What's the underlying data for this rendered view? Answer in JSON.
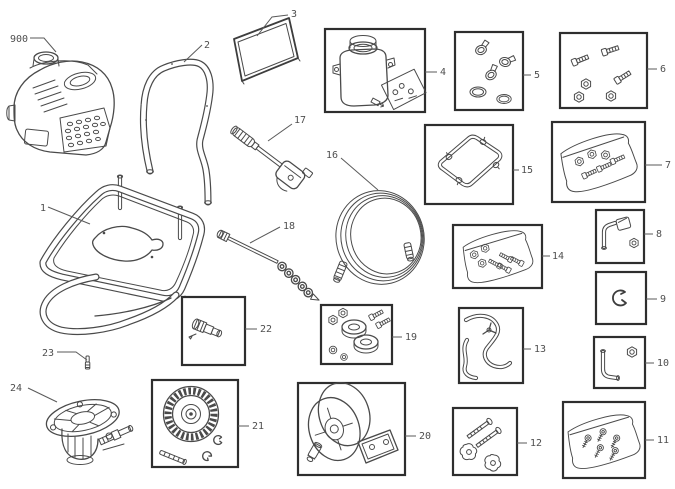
{
  "callouts": {
    "engine": "900",
    "frame": "1",
    "handle": "2",
    "panel": "3",
    "tank_kit": "4",
    "seal_kit": "5",
    "bolt_kit": "6",
    "hardware_kit_7": "7",
    "tube_kit_8": "8",
    "retaining_clip": "9",
    "tube_kit_10": "10",
    "hardware_kit_11": "11",
    "knob_kit": "12",
    "hose_kit": "13",
    "hardware_kit_14": "14",
    "panel_frame": "15",
    "high_pressure_hose": "16",
    "spray_gun": "17",
    "spray_wand": "18",
    "bearing_kit": "19",
    "hose_reel_kit": "20",
    "wheel_kit": "21",
    "outlet_fitting": "22",
    "pin": "23",
    "pump": "24"
  },
  "colors": {
    "background": "#ffffff",
    "line_art": "#4a4a4a",
    "kit_box_border": "#2e2e2e",
    "callout_text": "#4f4f4f"
  }
}
